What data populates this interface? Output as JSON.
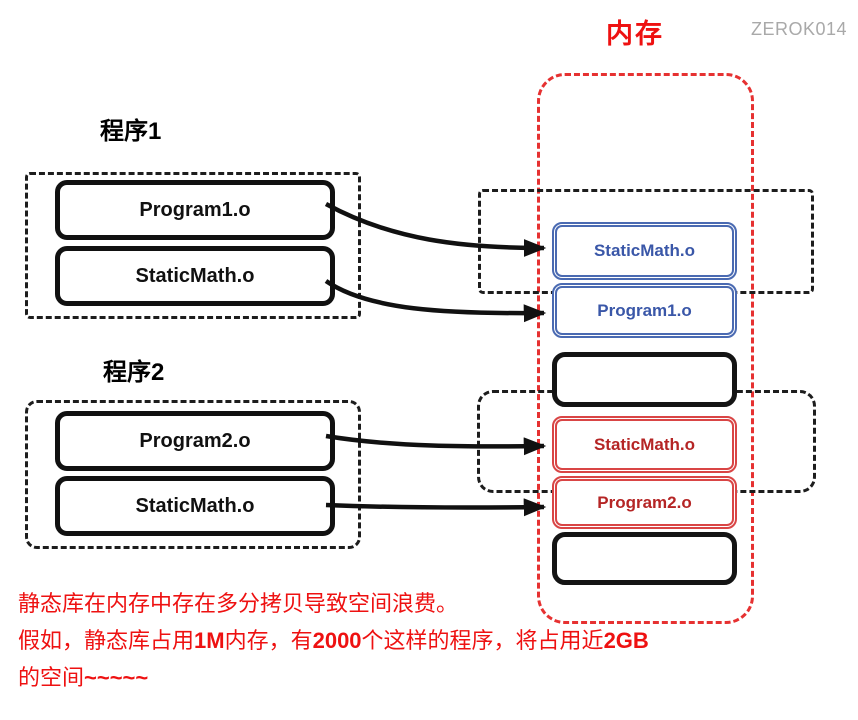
{
  "watermark": "ZEROK014",
  "memory": {
    "title": "内存",
    "slots": [
      {
        "label": "StaticMath.o",
        "variant": "blue"
      },
      {
        "label": "Program1.o",
        "variant": "blue"
      },
      {
        "label": "",
        "variant": "plain"
      },
      {
        "label": "StaticMath.o",
        "variant": "red"
      },
      {
        "label": "Program2.o",
        "variant": "red"
      },
      {
        "label": "",
        "variant": "plain"
      }
    ]
  },
  "programs": [
    {
      "title": "程序1",
      "modules": [
        "Program1.o",
        "StaticMath.o"
      ]
    },
    {
      "title": "程序2",
      "modules": [
        "Program2.o",
        "StaticMath.o"
      ]
    }
  ],
  "caption": {
    "line1": "静态库在内存中存在多分拷贝导致空间浪费。",
    "line2": {
      "p1": "假如，静态库占用",
      "b1": "1M",
      "p2": "内存，有",
      "b2": "2000",
      "p3": "个这样的程序，将占用近",
      "b3": "2GB"
    },
    "line3": {
      "p1": "的空间",
      "b1": "~~~~~"
    }
  },
  "colors": {
    "accent_red": "#ee1111",
    "outline_red": "#e63131",
    "box_blue": "#4a6ab2",
    "box_blue_text": "#3a57a8",
    "box_red": "#d94545",
    "box_red_text": "#b52525",
    "ink": "#111111",
    "watermark_gray": "#a9a9a9"
  }
}
